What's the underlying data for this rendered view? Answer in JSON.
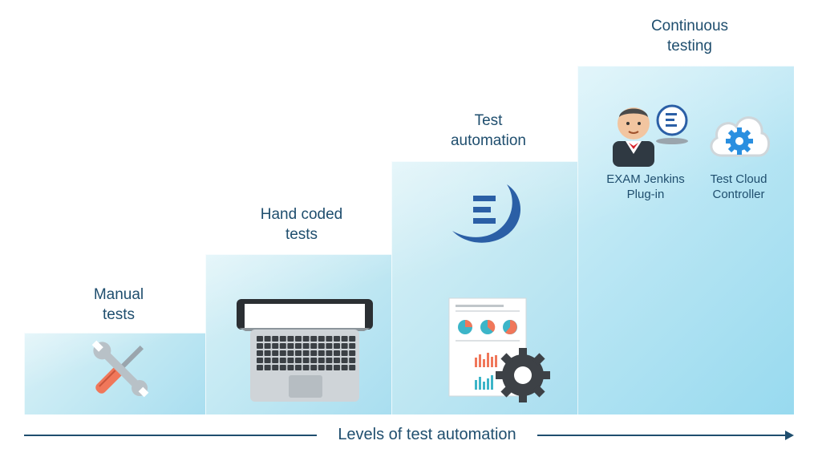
{
  "diagram": {
    "steps": [
      {
        "title": "Manual\ntests",
        "icon": "tools-icon"
      },
      {
        "title": "Hand coded\ntests",
        "icon": "laptop-icon"
      },
      {
        "title": "Test\nautomation",
        "icon": "exam-logo-icon"
      },
      {
        "title": "Continuous\ntesting",
        "icon": "jenkins-icon"
      }
    ],
    "continuous_items": [
      {
        "label": "EXAM Jenkins\nPlug-in",
        "icon": "jenkins-butler-icon"
      },
      {
        "label": "Test Cloud\nController",
        "icon": "cloud-gear-icon"
      }
    ],
    "axis_label": "Levels of test automation",
    "colors": {
      "title": "#1f4e6e",
      "step": "#c4e9f3",
      "accent": "#2b5fa6",
      "orange": "#f0775a"
    }
  }
}
